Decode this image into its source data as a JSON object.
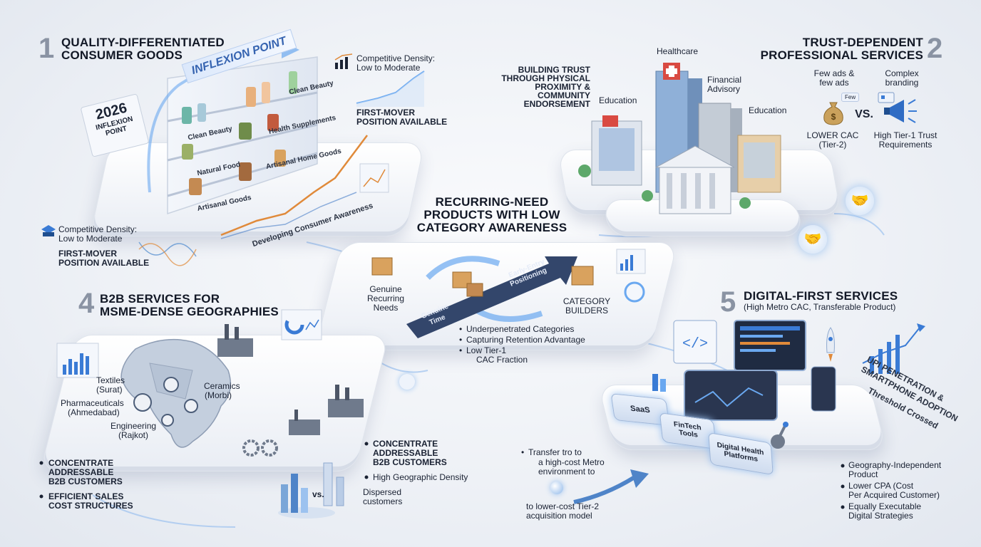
{
  "panel1": {
    "number": "1",
    "title_line1": "QUALITY-DIFFERENTIATED",
    "title_line2": "CONSUMER GOODS",
    "banner": "INFLEXION POINT",
    "year_tag": "2026",
    "year_tag_sub1": "INFLEXION",
    "year_tag_sub2": "POINT",
    "shelf_labels": [
      "Clean Beauty",
      "Clean Beauty",
      "Health Supplements",
      "Natural Food",
      "Artisanal Home Goods",
      "Artisanal Goods"
    ],
    "trend_label": "Developing Consumer Awareness",
    "density_top_line1": "Competitive Density:",
    "density_top_line2": "Low to Moderate",
    "first_mover_top_line1": "FIRST-MOVER",
    "first_mover_top_line2": "POSITION AVAILABLE",
    "density_bottom_line1": "Competitive Density:",
    "density_bottom_line2": "Low to Moderate",
    "first_mover_bottom_line1": "FIRST-MOVER",
    "first_mover_bottom_line2": "POSITION AVAILABLE"
  },
  "panel2": {
    "number": "2",
    "title_line1": "TRUST-DEPENDENT",
    "title_line2": "PROFESSIONAL SERVICES",
    "trust_line1": "BUILDING TRUST",
    "trust_line2": "THROUGH PHYSICAL",
    "trust_line3": "PROXIMITY &",
    "trust_line4": "COMMUNITY",
    "trust_line5": "ENDORSEMENT",
    "building_healthcare": "Healthcare",
    "building_financial_line1": "Financial",
    "building_financial_line2": "Advisory",
    "building_education_left": "Education",
    "building_education_right": "Education",
    "few_ads_line1": "Few ads &",
    "few_ads_line2": "few ads",
    "few_bubble": "Few",
    "complex_line1": "Complex",
    "complex_line2": "branding",
    "vs": "VS.",
    "lower_cac_line1": "LOWER CAC",
    "lower_cac_line2": "(Tier-2)",
    "tier1_line1": "High Tier-1 Trust",
    "tier1_line2": "Requirements"
  },
  "panel3": {
    "title_line1": "RECURRING-NEED",
    "title_line2": "PRODUCTS with LOW",
    "title_line3": "CATEGORY AWARENESS",
    "genuine_line1": "Genuine",
    "genuine_line2": "Recurring",
    "genuine_line3": "Needs",
    "arrow_label1": "Early-Entry",
    "arrow_label2": "Positioning",
    "arrow_base1": "Genuine",
    "arrow_base2": "Time",
    "builders_line1": "CATEGORY",
    "builders_line2": "BUILDERS",
    "bullet1": "Underpenetrated Categories",
    "bullet2": "Capturing Retention Advantage",
    "bullet3_line1": "Low Tier-1",
    "bullet3_line2": "CAC Fraction"
  },
  "panel4": {
    "number": "4",
    "title_line1": "B2B SERVICES FOR",
    "title_line2": "MSME-DENSE GEOGRAPHIES",
    "textiles_line1": "Textiles",
    "textiles_line2": "(Surat)",
    "pharma_line1": "Pharmaceuticals",
    "pharma_line2": "(Ahmedabad)",
    "ceramics_line1": "Ceramics",
    "ceramics_line2": "(Morbi)",
    "engineering_line1": "Engineering",
    "engineering_line2": "(Rajkot)",
    "left_line1": "CONCENTRATE",
    "left_line2": "ADDRESSABLE",
    "left_line3": "B2B CUSTOMERS",
    "left_line4": "EFFICIENT SALES",
    "left_line5": "COST STRUCTURES",
    "vs": "vs.",
    "right_line1": "CONCENTRATE",
    "right_line2": "ADDRESSABLE",
    "right_line3": "B2B CUSTOMERS",
    "right_line4": "High Geographic Density",
    "right_line5": "Dispersed",
    "right_line6": "customers"
  },
  "panel5": {
    "number": "5",
    "title": "DIGITAL-FIRST SERVICES",
    "subtitle": "(High Metro CAC, Transferable Product)",
    "upi_line1": "UPI PENETRATION &",
    "upi_line2": "SMARTPHONE ADOPTION",
    "upi_line3": "Threshold Crossed",
    "tile_saas": "SaaS",
    "tile_fintech_line1": "FinTech",
    "tile_fintech_line2": "Tools",
    "tile_health_line1": "Digital Health",
    "tile_health_line2": "Platforms",
    "transfer_line1": "Transfer tro to",
    "transfer_line2": "a high-cost Metro",
    "transfer_line3": "environment to",
    "lower_line1": "to lower-cost Tier-2",
    "lower_line2": "acquisition model",
    "bullet1_line1": "Geography-Independent",
    "bullet1_line2": "Product",
    "bullet2_line1": "Lower CPA (Cost",
    "bullet2_line2": "Per Acquired Customer)",
    "bullet3_line1": "Equally Executable",
    "bullet3_line2": "Digital Strategies"
  },
  "colors": {
    "accent_blue": "#3a7bd5",
    "glow_blue": "#6aa8f0",
    "arrow_navy": "#33466b",
    "orange_trend": "#e08a3a",
    "heading_text": "#121826",
    "number_gray": "#8a93a3"
  }
}
